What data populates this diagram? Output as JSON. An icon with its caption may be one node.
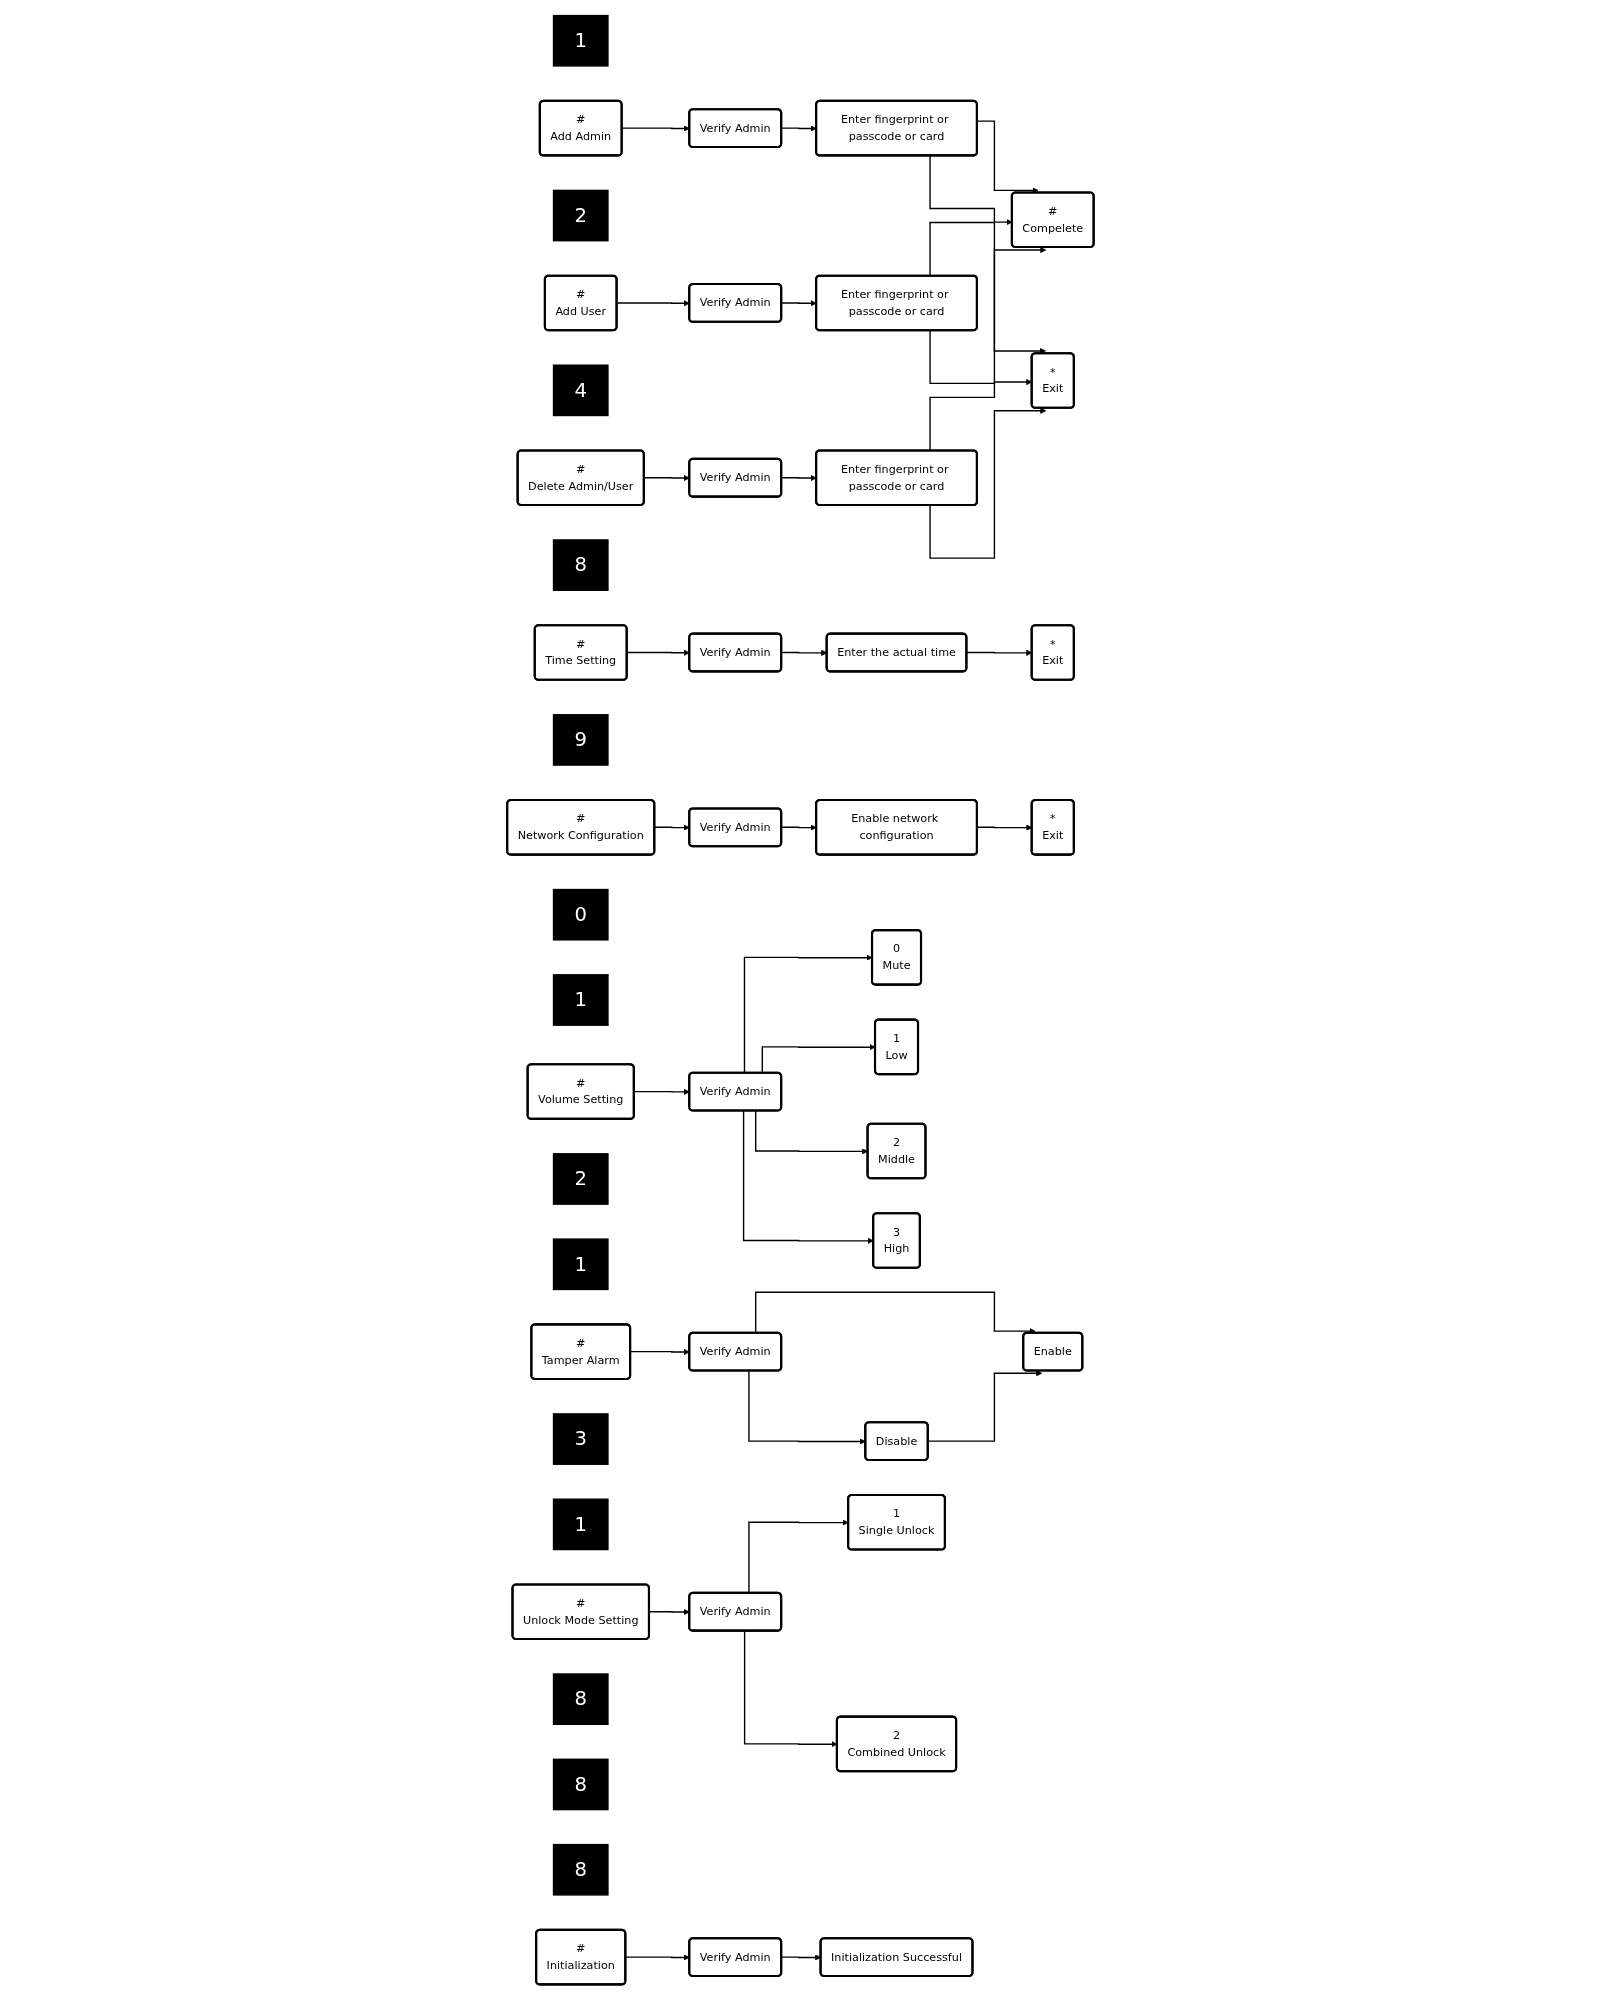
{
  "diagram": {
    "nodes": [
      {
        "text": [
          "1"
        ]
      },
      {
        "text": [
          "#",
          "Add Admin"
        ]
      },
      {
        "text": [
          "Verify Admin"
        ]
      },
      {
        "text": [
          "Enter fingerprint or passcode or card"
        ]
      },
      {
        "text": [
          "#",
          "Compelete"
        ]
      },
      {
        "text": [
          "*",
          "Exit"
        ]
      },
      {
        "text": [
          "2"
        ]
      },
      {
        "text": [
          "#",
          "Add User"
        ]
      },
      {
        "text": [
          "Verify Admin"
        ]
      },
      {
        "text": [
          "Enter fingerprint or passcode or card"
        ]
      },
      {
        "text": [
          "4"
        ]
      },
      {
        "text": [
          "#",
          "Delete Admin/User"
        ]
      },
      {
        "text": [
          "Verify Admin"
        ]
      },
      {
        "text": [
          "Enter fingerprint or passcode or card"
        ]
      },
      {
        "text": [
          "8"
        ]
      },
      {
        "text": [
          "#",
          "Time Setting"
        ]
      },
      {
        "text": [
          "Verify Admin"
        ]
      },
      {
        "text": [
          "Enter the actual time"
        ]
      },
      {
        "text": [
          "*",
          "Exit"
        ]
      },
      {
        "text": [
          "9"
        ]
      },
      {
        "text": [
          "#",
          "Network Configuration"
        ]
      },
      {
        "text": [
          "Verify Admin"
        ]
      },
      {
        "text": [
          "Enable network configuration"
        ]
      },
      {
        "text": [
          "*",
          "Exit"
        ]
      },
      {
        "text": [
          "0"
        ]
      },
      {
        "text": [
          "1"
        ]
      },
      {
        "text": [
          "#",
          "Tamper Alarm"
        ]
      },
      {
        "text": [
          "Verify Admin"
        ]
      },
      {
        "text": [
          "Enable"
        ]
      },
      {
        "text": [
          "Disable"
        ]
      },
      {
        "text": [
          "2"
        ]
      },
      {
        "text": [
          "1"
        ]
      },
      {
        "text": [
          "#",
          "Volume Setting"
        ]
      },
      {
        "text": [
          "Verify Admin"
        ]
      },
      {
        "text": [
          "0",
          "Mute"
        ]
      },
      {
        "text": [
          "1",
          "Low"
        ]
      },
      {
        "text": [
          "2",
          "Middle"
        ]
      },
      {
        "text": [
          "3",
          "High"
        ]
      },
      {
        "text": [
          "3"
        ]
      },
      {
        "text": [
          "1"
        ]
      },
      {
        "text": [
          "#",
          "Unlock Mode Setting"
        ]
      },
      {
        "text": [
          "Verify Admin"
        ]
      },
      {
        "text": [
          "1",
          "Single Unlock"
        ]
      },
      {
        "text": [
          "2",
          "Combined Unlock"
        ]
      },
      {
        "text": [
          "8"
        ]
      },
      {
        "text": [
          "8"
        ]
      },
      {
        "text": [
          "8"
        ]
      },
      {
        "text": [
          "#",
          "Initialization"
        ]
      },
      {
        "text": [
          "Verify Admin"
        ]
      },
      {
        "text": [
          "Initialization Successful"
        ]
      }
    ],
    "edges": [
      {
        "from": 1,
        "to": 2,
        "arrow": "to"
      },
      {
        "from": 2,
        "to": 3,
        "arrow": "to"
      },
      {
        "from": 3,
        "to": 4,
        "arrow": "to"
      },
      {
        "from": 3,
        "to": 5,
        "arrow": "to"
      },
      {
        "from": 7,
        "to": 8,
        "arrow": "to"
      },
      {
        "from": 8,
        "to": 9,
        "arrow": "to"
      },
      {
        "from": 9,
        "to": 4,
        "arrow": "to"
      },
      {
        "from": 9,
        "to": 5,
        "arrow": "to"
      },
      {
        "from": 11,
        "to": 12,
        "arrow": "to"
      },
      {
        "from": 12,
        "to": 13,
        "arrow": "to"
      },
      {
        "from": 13,
        "to": 4,
        "arrow": "to"
      },
      {
        "from": 13,
        "to": 5,
        "arrow": "to"
      },
      {
        "from": 15,
        "to": 16,
        "arrow": "to"
      },
      {
        "from": 16,
        "to": 17,
        "arrow": "to"
      },
      {
        "from": 17,
        "to": 18,
        "arrow": "to"
      },
      {
        "from": 20,
        "to": 21,
        "arrow": "to"
      },
      {
        "from": 21,
        "to": 22,
        "arrow": "to"
      },
      {
        "from": 22,
        "to": 23,
        "arrow": "to"
      },
      {
        "from": 26,
        "to": 27,
        "arrow": "to"
      },
      {
        "from": 27,
        "to": 28,
        "arrow": "to"
      },
      {
        "from": 27,
        "to": 29,
        "arrow": "to"
      },
      {
        "from": 29,
        "to": 28,
        "arrow": "to"
      },
      {
        "from": 32,
        "to": 33,
        "arrow": "to"
      },
      {
        "from": 33,
        "to": 34,
        "arrow": "to"
      },
      {
        "from": 33,
        "to": 35,
        "arrow": "to"
      },
      {
        "from": 33,
        "to": 36,
        "arrow": "to"
      },
      {
        "from": 33,
        "to": 37,
        "arrow": "to"
      },
      {
        "from": 40,
        "to": 41,
        "arrow": "to"
      },
      {
        "from": 41,
        "to": 42,
        "arrow": "to"
      },
      {
        "from": 41,
        "to": 43,
        "arrow": "to"
      },
      {
        "from": 47,
        "to": 48,
        "arrow": "to"
      },
      {
        "from": 48,
        "to": 49,
        "arrow": "to"
      }
    ]
  }
}
